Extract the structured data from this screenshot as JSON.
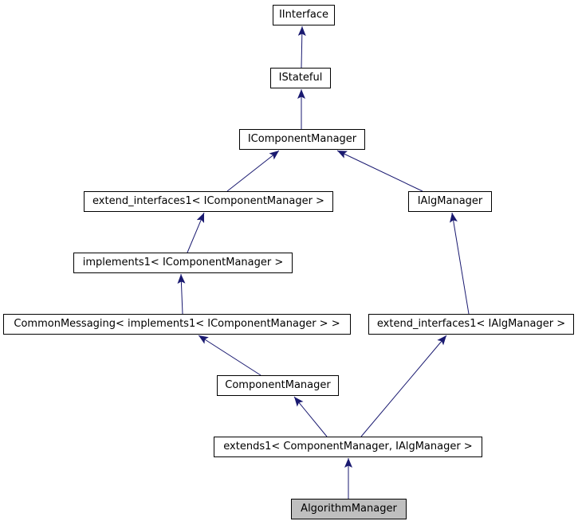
{
  "diagram": {
    "type": "class-inheritance-graph",
    "highlighted_node": "AlgorithmManager",
    "colors": {
      "background": "#ffffff",
      "node_fill": "#ffffff",
      "node_border": "#000000",
      "highlight_fill": "#bfbfbf",
      "edge": "#191970",
      "text": "#000000"
    },
    "nodes": [
      {
        "id": "IInterface",
        "label": "IInterface",
        "highlighted": false
      },
      {
        "id": "IStateful",
        "label": "IStateful",
        "highlighted": false
      },
      {
        "id": "IComponentManager",
        "label": "IComponentManager",
        "highlighted": false
      },
      {
        "id": "extend_interfaces1_IComponentManager",
        "label": "extend_interfaces1< IComponentManager >",
        "highlighted": false
      },
      {
        "id": "IAlgManager",
        "label": "IAlgManager",
        "highlighted": false
      },
      {
        "id": "implements1_IComponentManager",
        "label": "implements1< IComponentManager >",
        "highlighted": false
      },
      {
        "id": "CommonMessaging_implements1_IComponentManager",
        "label": "CommonMessaging< implements1< IComponentManager > >",
        "highlighted": false
      },
      {
        "id": "extend_interfaces1_IAlgManager",
        "label": "extend_interfaces1< IAlgManager >",
        "highlighted": false
      },
      {
        "id": "ComponentManager",
        "label": "ComponentManager",
        "highlighted": false
      },
      {
        "id": "extends1_ComponentManager_IAlgManager",
        "label": "extends1< ComponentManager, IAlgManager >",
        "highlighted": false
      },
      {
        "id": "AlgorithmManager",
        "label": "AlgorithmManager",
        "highlighted": true
      }
    ],
    "edges": [
      {
        "from": "IStateful",
        "to": "IInterface"
      },
      {
        "from": "IComponentManager",
        "to": "IStateful"
      },
      {
        "from": "extend_interfaces1_IComponentManager",
        "to": "IComponentManager"
      },
      {
        "from": "IAlgManager",
        "to": "IComponentManager"
      },
      {
        "from": "implements1_IComponentManager",
        "to": "extend_interfaces1_IComponentManager"
      },
      {
        "from": "CommonMessaging_implements1_IComponentManager",
        "to": "implements1_IComponentManager"
      },
      {
        "from": "extend_interfaces1_IAlgManager",
        "to": "IAlgManager"
      },
      {
        "from": "ComponentManager",
        "to": "CommonMessaging_implements1_IComponentManager"
      },
      {
        "from": "extends1_ComponentManager_IAlgManager",
        "to": "ComponentManager"
      },
      {
        "from": "extends1_ComponentManager_IAlgManager",
        "to": "extend_interfaces1_IAlgManager"
      },
      {
        "from": "AlgorithmManager",
        "to": "extends1_ComponentManager_IAlgManager"
      }
    ]
  }
}
